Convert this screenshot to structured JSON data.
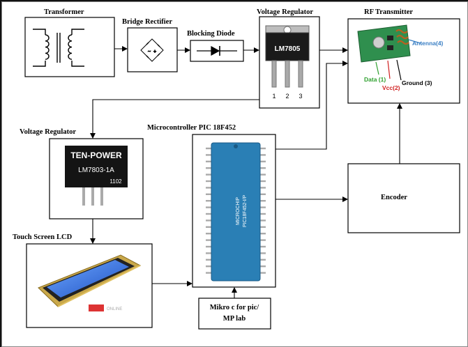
{
  "labels": {
    "transformer": "Transformer",
    "bridge_rectifier": "Bridge Rectifier",
    "blocking_diode": "Blocking Diode",
    "voltage_regulator_top": "Voltage Regulator",
    "rf_transmitter": "RF Transmitter",
    "voltage_regulator_left": "Voltage Regulator",
    "microcontroller": "Microcontroller PIC 18F452",
    "touch_screen": "Touch Screen LCD",
    "encoder": "Encoder",
    "mikroc_line1": "Mikro c for pic/",
    "mikroc_line2": "MP lab"
  },
  "lm7805": {
    "part": "LM7805",
    "pins": [
      "1",
      "2",
      "3"
    ]
  },
  "ten_power": {
    "brand": "TEN-POWER",
    "part": "LM7803-1A",
    "code": "1102"
  },
  "rf_module": {
    "antenna": "Antenna(4)",
    "data": "Data (1)",
    "vcc": "Vcc(2)",
    "ground": "Ground (3)",
    "colors": {
      "antenna": "#3a7fc4",
      "data": "#2ea02e",
      "vcc": "#d02020",
      "ground": "#000000",
      "board": "#2f8f4e"
    }
  },
  "colors": {
    "pic_body": "#2a7fb5",
    "lcd_screen": "#2d6fe0"
  }
}
